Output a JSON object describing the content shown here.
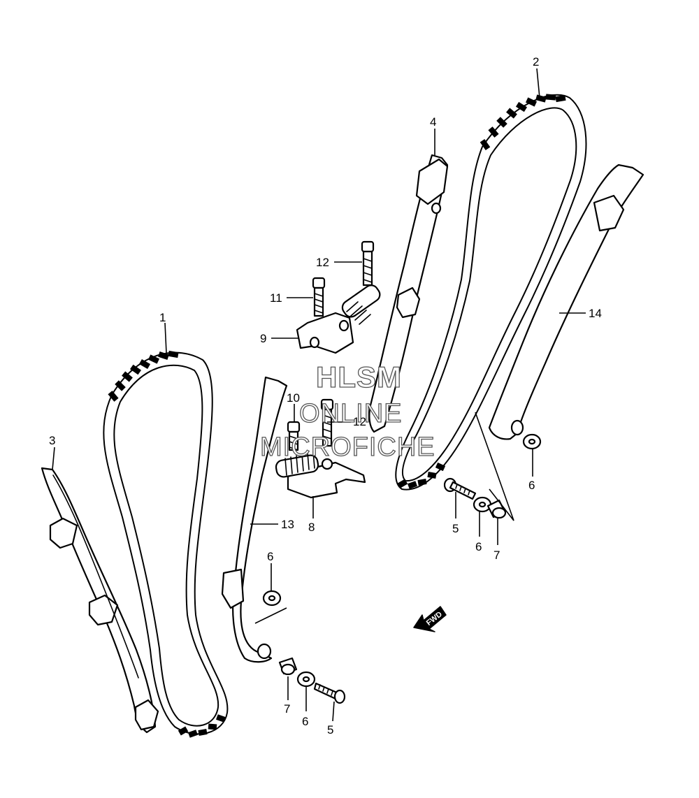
{
  "callouts": {
    "c1": "1",
    "c2": "2",
    "c3": "3",
    "c4": "4",
    "c5a": "5",
    "c5b": "5",
    "c6a": "6",
    "c6b": "6",
    "c6c": "6",
    "c6d": "6",
    "c7a": "7",
    "c7b": "7",
    "c8": "8",
    "c9": "9",
    "c10": "10",
    "c11": "11",
    "c12a": "12",
    "c12b": "12",
    "c13": "13",
    "c14": "14"
  },
  "watermark": {
    "line1": "HLSM",
    "line2": "ONLINE",
    "line3": "MICROFICHE"
  },
  "fwd_label": "FWD",
  "icons": {
    "fwd": "fwd-arrow-icon"
  }
}
